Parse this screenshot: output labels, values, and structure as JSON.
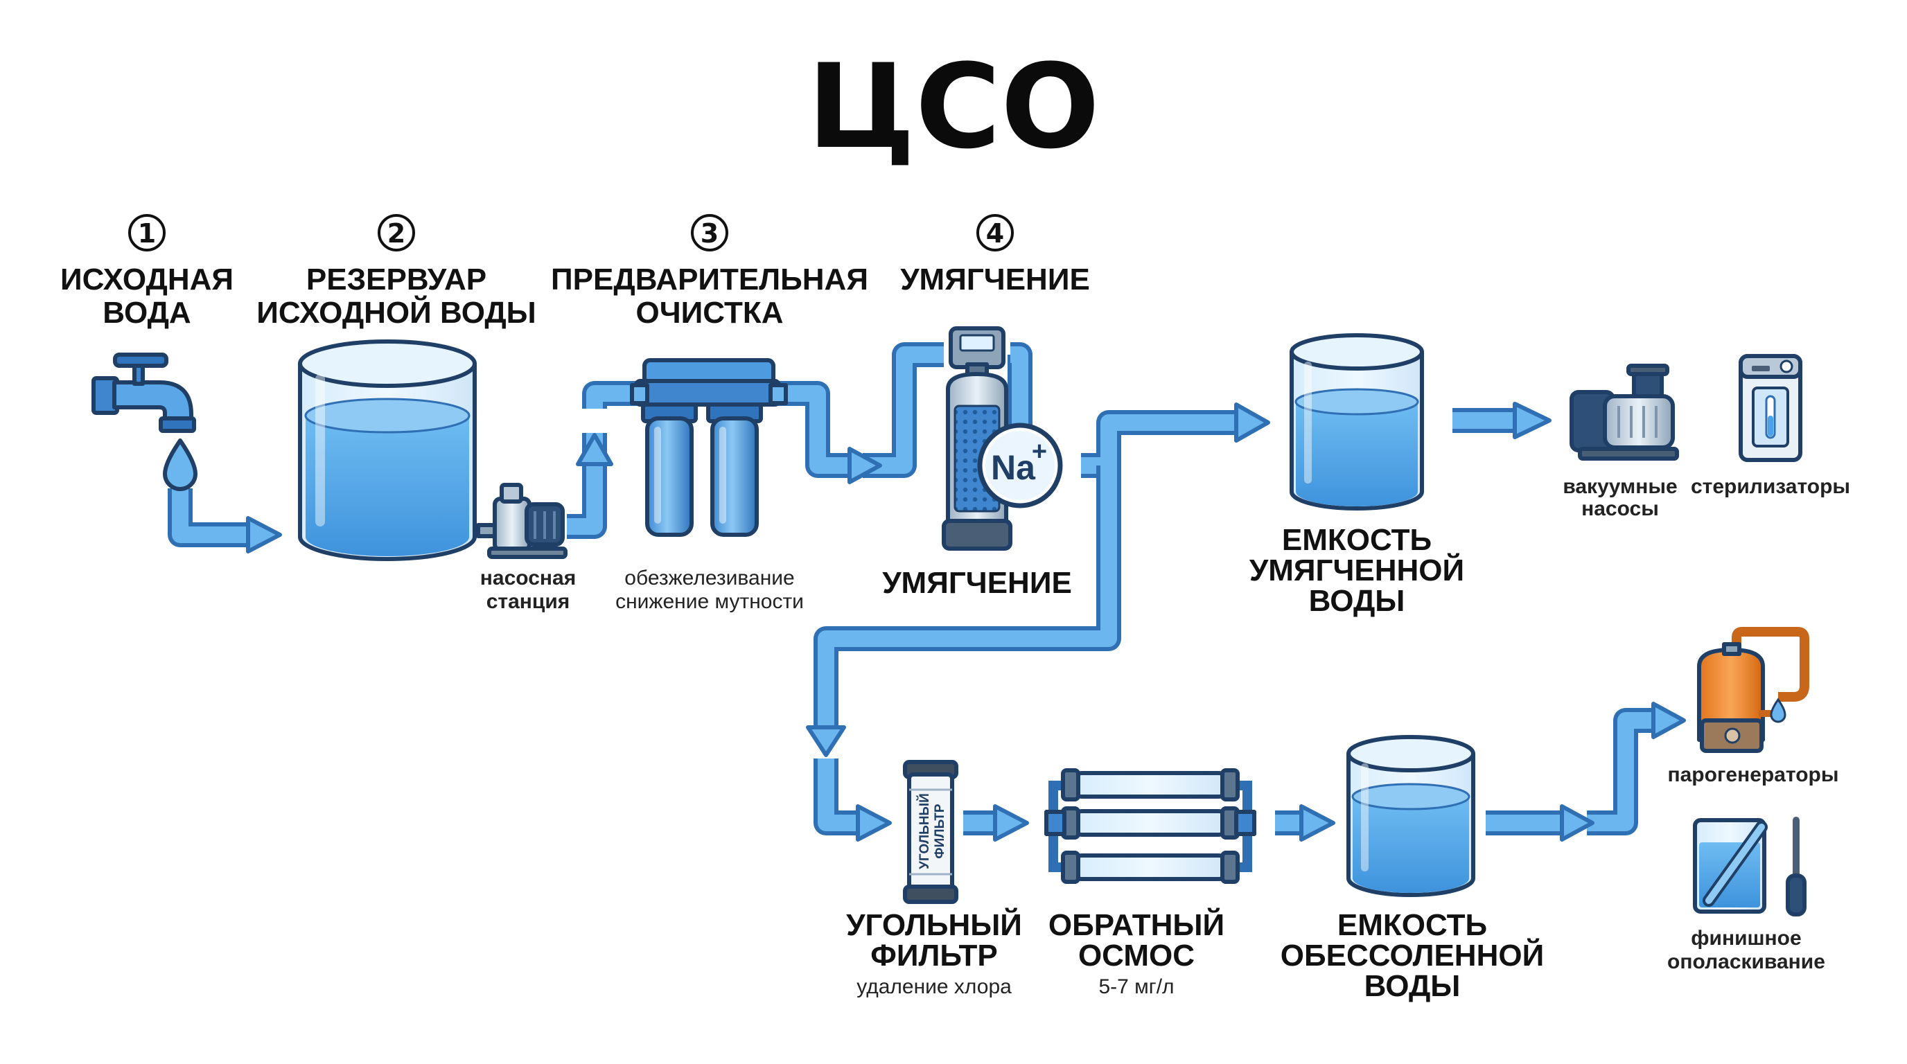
{
  "title": "ЦСО",
  "steps": [
    {
      "number": "1",
      "line1": "ИСХОДНАЯ",
      "line2": "ВОДА"
    },
    {
      "number": "2",
      "line1": "РЕЗЕРВУАР",
      "line2": "ИСХОДНОЙ ВОДЫ"
    },
    {
      "number": "3",
      "line1": "ПРЕДВАРИТЕЛЬНАЯ",
      "line2": "ОЧИСТКА"
    },
    {
      "number": "4",
      "line1": "УМЯГЧЕНИЕ",
      "line2": ""
    }
  ],
  "pump_station": {
    "line1": "насосная",
    "line2": "станция"
  },
  "prefilter_desc": {
    "line1": "обезжелезивание",
    "line2": "снижение мутности"
  },
  "softener": {
    "ion": "Na",
    "charge": "+",
    "label": "УМЯГЧЕНИЕ"
  },
  "softened_tank": {
    "line1": "ЕМКОСТЬ",
    "line2": "УМЯГЧЕННОЙ",
    "line3": "ВОДЫ"
  },
  "vacuum_pumps": {
    "line1": "вакуумные",
    "line2": "насосы"
  },
  "sterilizers": {
    "label": "стерилизаторы"
  },
  "carbon_filter": {
    "cartridge_line1": "УГОЛЬНЫЙ",
    "cartridge_line2": "ФИЛЬТР",
    "line1": "УГОЛЬНЫЙ",
    "line2": "ФИЛЬТР",
    "desc": "удаление хлора"
  },
  "reverse_osmosis": {
    "line1": "ОБРАТНЫЙ",
    "line2": "ОСМОС",
    "desc": "5-7 мг/л"
  },
  "demineralized_tank": {
    "line1": "ЕМКОСТЬ",
    "line2": "ОБЕССОЛЕННОЙ",
    "line3": "ВОДЫ"
  },
  "steam_generators": {
    "label": "парогенераторы"
  },
  "final_rinse": {
    "line1": "финишное",
    "line2": "ополаскивание"
  },
  "colors": {
    "pipe_outline": "#2f6fb3",
    "pipe_fill": "#6bb6ee",
    "water": "#4aa3e8",
    "accent_orange": "#f08a2c",
    "text": "#111111"
  }
}
